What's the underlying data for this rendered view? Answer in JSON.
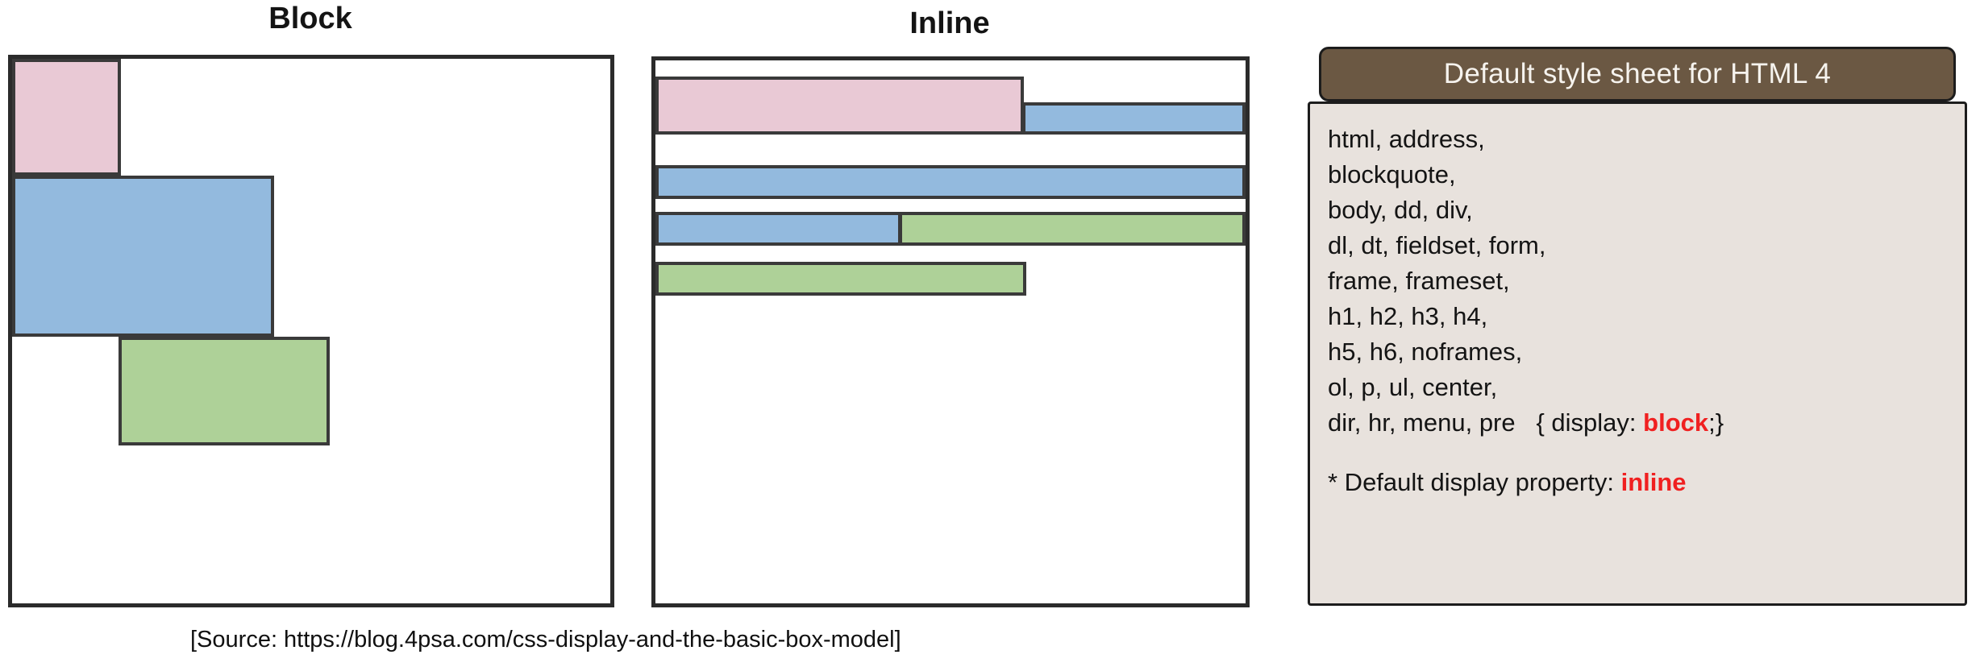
{
  "figure": {
    "caption": "[Source: https://blog.4psa.com/css-display-and-the-basic-box-model]"
  },
  "block_panel": {
    "title": "Block",
    "boxes": [
      {
        "name": "pink-block-box",
        "color": "#e9c9d5"
      },
      {
        "name": "blue-block-box",
        "color": "#93bade"
      },
      {
        "name": "green-block-box",
        "color": "#aed198"
      }
    ]
  },
  "inline_panel": {
    "title": "Inline",
    "boxes": [
      {
        "name": "pink-inline-box",
        "color": "#e9c9d5"
      },
      {
        "name": "blue-inline-box-1",
        "color": "#93bade"
      },
      {
        "name": "blue-inline-box-2",
        "color": "#93bade"
      },
      {
        "name": "blue-inline-box-3",
        "color": "#93bade"
      },
      {
        "name": "green-inline-box-1",
        "color": "#aed198"
      },
      {
        "name": "green-inline-box-2",
        "color": "#aed198"
      }
    ]
  },
  "stylesheet_card": {
    "header_title": "Default style sheet for HTML 4",
    "header_bg": "#6b5843",
    "body_bg": "#e8e2dd",
    "keyword_color": "#f02020",
    "lines": [
      "html, address,",
      "blockquote,",
      "body, dd, div,",
      "dl, dt, fieldset, form,",
      "frame, frameset,",
      "h1, h2, h3, h4,",
      "h5, h6, noframes,",
      "ol, p, ul, center,"
    ],
    "rule_line": {
      "selectors": "dir, hr, menu, pre   { display: ",
      "keyword": "block",
      "tail": ";}"
    },
    "note": {
      "prefix": "* Default display property: ",
      "keyword": "inline"
    }
  }
}
